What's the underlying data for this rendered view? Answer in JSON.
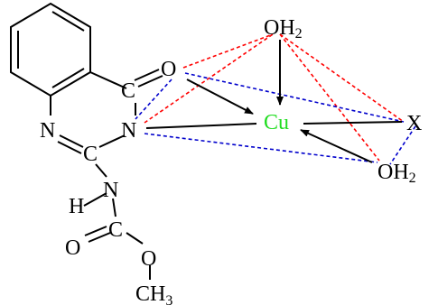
{
  "colors": {
    "bond": "#000000",
    "metal": "#22dd22",
    "edge_red": "#ff0000",
    "edge_blue": "#0000cc"
  },
  "atoms": {
    "carbonyl_o": "O",
    "carbonyl_c": "C",
    "ring_n_left": "N",
    "ring_c": "C",
    "ring_n_right": "N",
    "nh_n": "N",
    "nh_h": "H",
    "carbamate_c": "C",
    "carbamate_o_double": "O",
    "ester_o": "O",
    "methyl_c": "CH",
    "methyl_sub": "3",
    "metal": "Cu",
    "ligand_x": "X",
    "water_top": "OH",
    "water_top_sub": "2",
    "water_right": "OH",
    "water_right_sub": "2"
  }
}
